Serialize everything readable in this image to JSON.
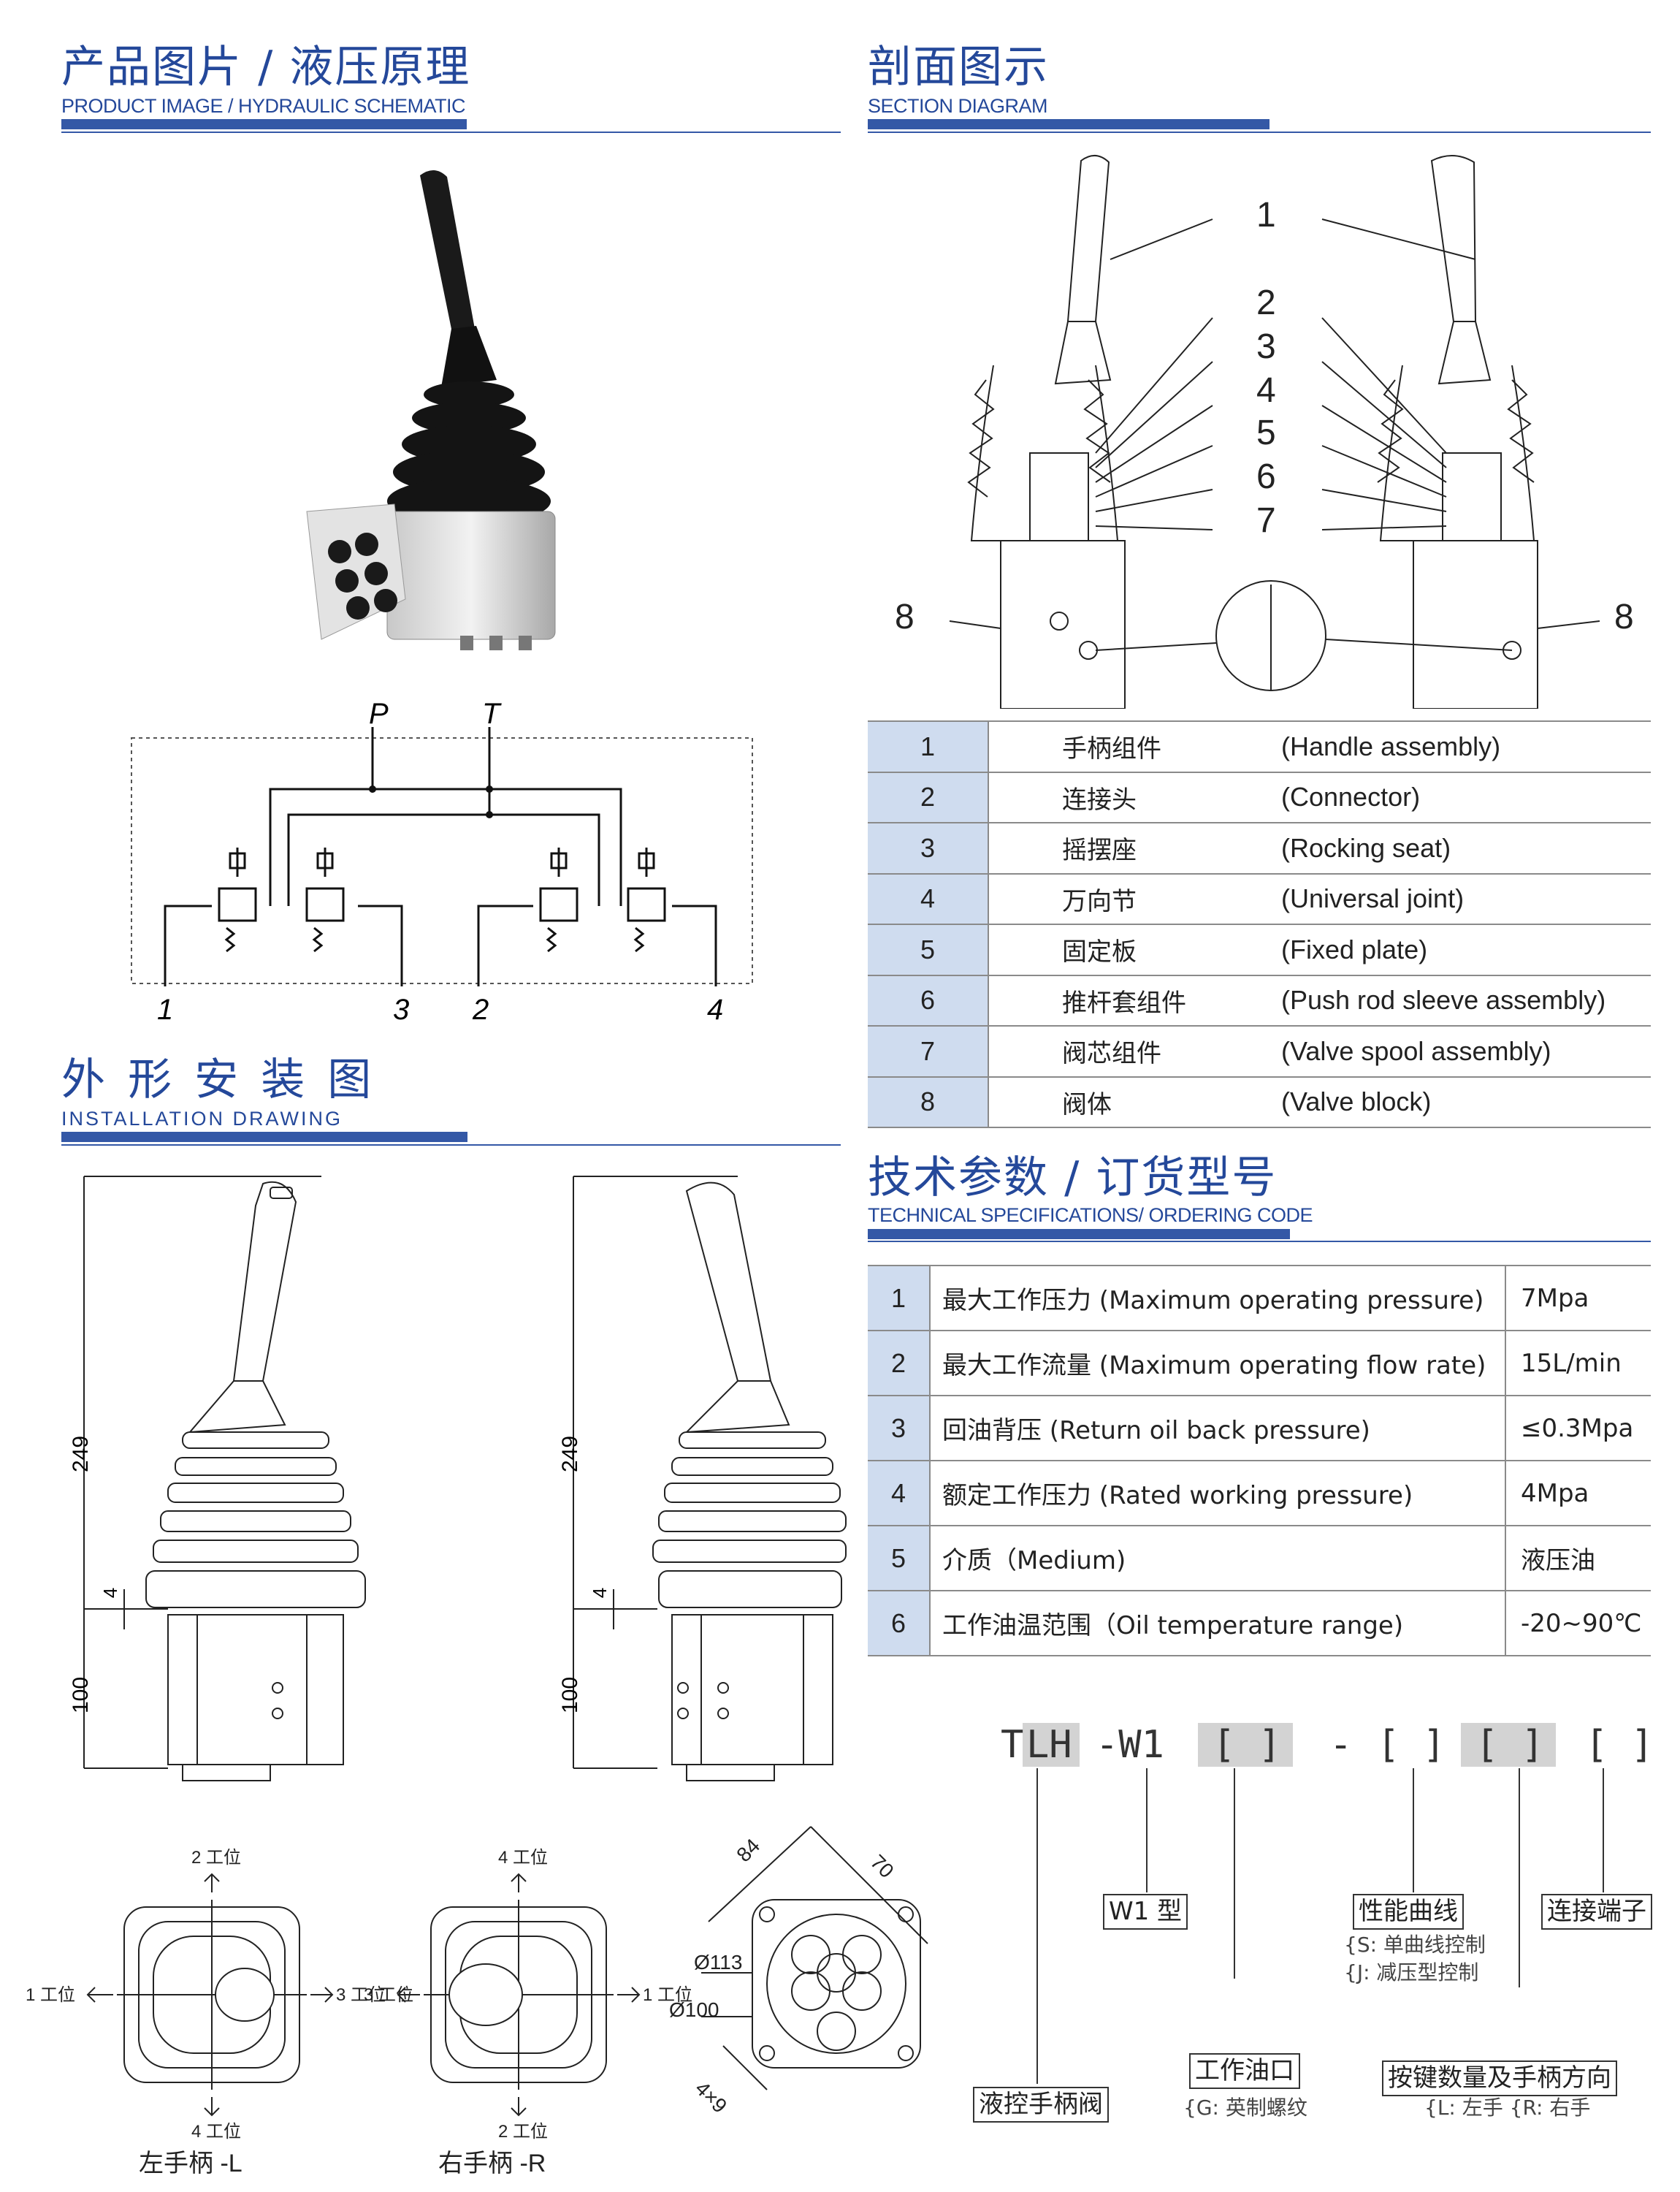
{
  "sections": {
    "product": {
      "title": "产品图片 / 液压原理",
      "subtitle": "PRODUCT IMAGE / HYDRAULIC SCHEMATIC"
    },
    "section_diagram": {
      "title": "剖面图示",
      "subtitle": "SECTION DIAGRAM"
    },
    "installation": {
      "title": "外 形 安 装 图",
      "subtitle": "INSTALLATION DRAWING"
    },
    "specs": {
      "title": "技术参数 / 订货型号",
      "subtitle": "TECHNICAL SPECIFICATIONS/ ORDERING CODE"
    }
  },
  "schematic": {
    "port_p": "P",
    "port_t": "T",
    "port_1": "1",
    "port_2": "2",
    "port_3": "3",
    "port_4": "4"
  },
  "section_callouts": [
    "1",
    "2",
    "3",
    "4",
    "5",
    "6",
    "7",
    "8"
  ],
  "parts": [
    {
      "no": "1",
      "cn": "手柄组件",
      "en": "(Handle assembly)"
    },
    {
      "no": "2",
      "cn": "连接头",
      "en": "(Connector)"
    },
    {
      "no": "3",
      "cn": "摇摆座",
      "en": "(Rocking seat)"
    },
    {
      "no": "4",
      "cn": "万向节",
      "en": "(Universal joint)"
    },
    {
      "no": "5",
      "cn": "固定板",
      "en": "(Fixed plate)"
    },
    {
      "no": "6",
      "cn": "推杆套组件",
      "en": "(Push rod sleeve assembly)"
    },
    {
      "no": "7",
      "cn": "阀芯组件",
      "en": "(Valve spool assembly)"
    },
    {
      "no": "8",
      "cn": "阀体",
      "en": "(Valve block)"
    }
  ],
  "specs": [
    {
      "no": "1",
      "desc": "最大工作压力 (Maximum operating pressure)",
      "value": "7Mpa"
    },
    {
      "no": "2",
      "desc": "最大工作流量 (Maximum operating flow rate)",
      "value": "15L/min"
    },
    {
      "no": "3",
      "desc": "回油背压 (Return oil back pressure)",
      "value": "≤0.3Mpa"
    },
    {
      "no": "4",
      "desc": "额定工作压力 (Rated working pressure)",
      "value": "4Mpa"
    },
    {
      "no": "5",
      "desc": "介质（Medium)",
      "value": "液压油"
    },
    {
      "no": "6",
      "desc": "工作油温范围（Oil temperature range)",
      "value": "-20~90℃"
    }
  ],
  "dimensions": {
    "height_249": "249",
    "gap_4": "4",
    "base_100": "100",
    "d84": "84",
    "d70": "70",
    "d113": "Ø113",
    "d100": "Ø100",
    "holes": "4×9"
  },
  "positions": {
    "left": {
      "top": "2 工位",
      "left": "1 工位",
      "right": "3 工位",
      "bottom": "4 工位",
      "caption": "左手柄 -L"
    },
    "right": {
      "top": "4 工位",
      "left": "1 工位",
      "right": "3 工位",
      "bottom": "2 工位",
      "caption": "右手柄 -R"
    }
  },
  "ordering": {
    "code_t": "T",
    "code_lh": "LH",
    "code_w1": "-W1",
    "bracket_1": "[ ]",
    "dash": "-",
    "bracket_2": "[ ]",
    "bracket_3": "[ ]",
    "bracket_4": "[ ]",
    "w1_type": "W1 型",
    "perf_curve": "性能曲线",
    "perf_s": "{S: 单曲线控制",
    "perf_j": "{J: 减压型控制",
    "terminal": "连接端子",
    "port": "工作油口",
    "port_g": "{G: 英制螺纹",
    "valve": "液控手柄阀",
    "buttons": "按键数量及手柄方向",
    "buttons_lr": "{L: 左手 {R: 右手"
  }
}
